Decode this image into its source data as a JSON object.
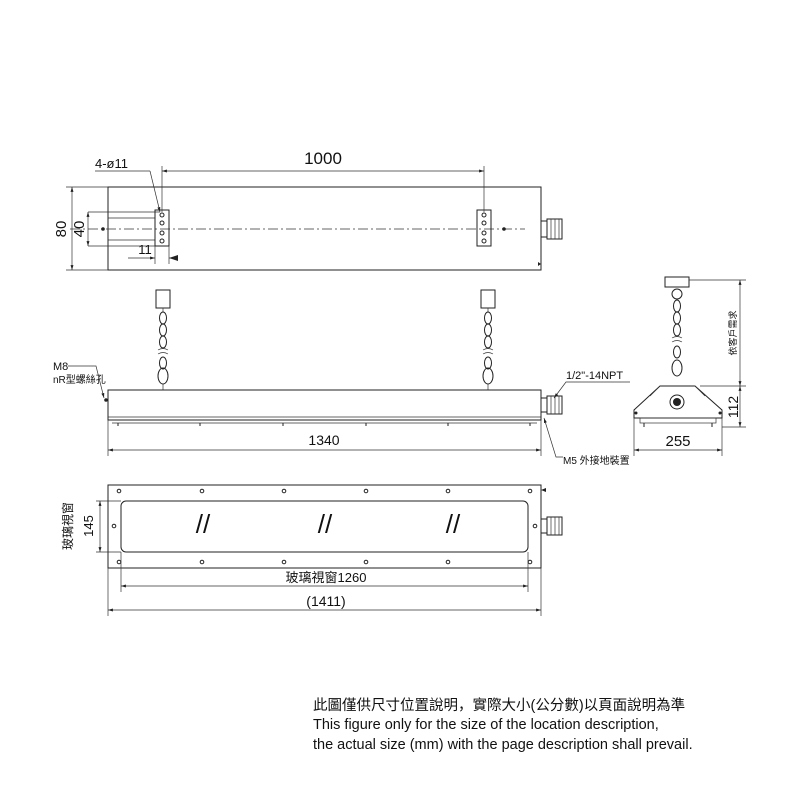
{
  "top_view": {
    "holes_label": "4-ø11",
    "span_dim": "1000",
    "height_dim": "80",
    "inner_dim": "40",
    "offset_dim": "11"
  },
  "front_view": {
    "m8_label": "M8",
    "m8_sub": "nR型螺絲孔",
    "npt_label": "1/2\"-14NPT",
    "length_dim": "1340",
    "m5_label": "M5 外接地裝置"
  },
  "side_view": {
    "height_label": "依客戶需求",
    "height_dim": "112",
    "width_dim": "255"
  },
  "bottom_view": {
    "window_label": "玻璃視窗",
    "window_height_dim": "145",
    "window_length_dim": "玻璃視窗1260",
    "total_length_dim": "(1411)",
    "glare_marks": [
      "//",
      "//",
      "//"
    ]
  },
  "note": {
    "zh": "此圖僅供尺寸位置說明，實際大小(公分數)以頁面說明為準",
    "en_line1": "This figure only for the size of the location description,",
    "en_line2": "the actual size (mm) with the page description shall prevail."
  }
}
